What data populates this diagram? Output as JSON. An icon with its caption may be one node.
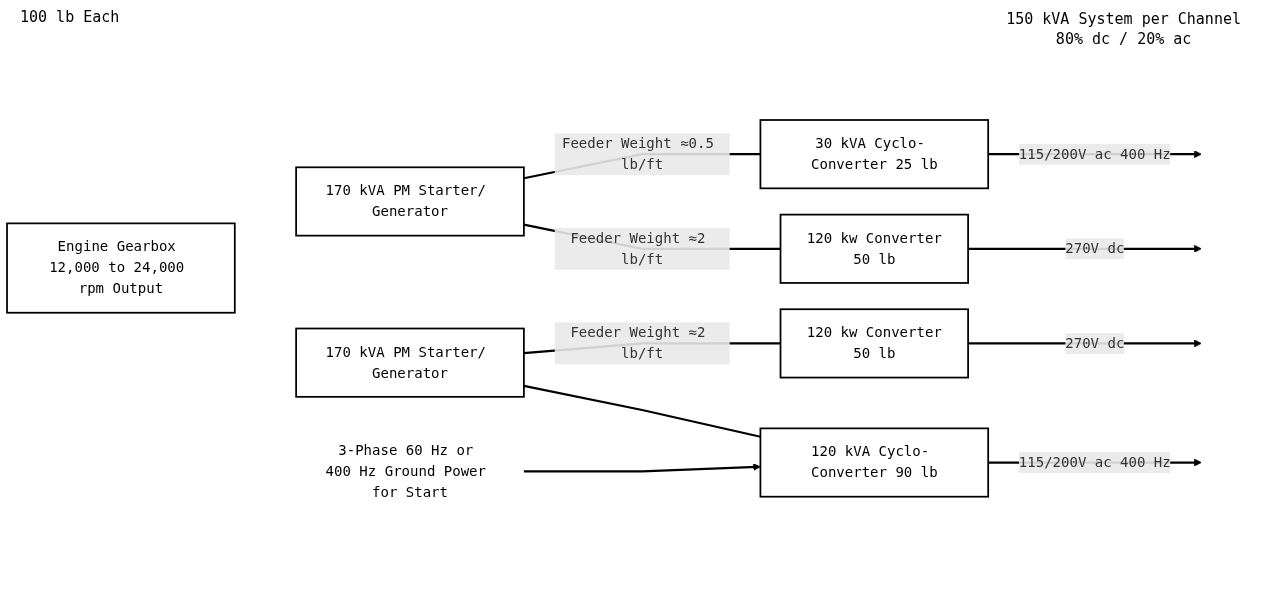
{
  "diagram": {
    "nodes": [
      {
        "text": [
          "Engine Gearbox 12,000 to 24,000 rpm Output"
        ]
      },
      {
        "text": [
          "170 kVA PM Starter/ Generator"
        ]
      },
      {
        "text": [
          "170 kVA PM Starter/ Generator"
        ]
      },
      {
        "text": [
          "120 kw Converter",
          "50 lb"
        ]
      },
      {
        "text": [
          "120 kVA Cyclo- Converter 90 lb"
        ]
      },
      {
        "text": [
          "3-Phase 60 Hz or 400 Hz Ground Power for Start"
        ]
      },
      {
        "text": [
          "30 kVA Cyclo- Converter 25 lb"
        ]
      },
      {
        "text": [
          "120 kw Converter",
          "50 lb"
        ]
      }
    ],
    "edges": [
      {
        "from": 2,
        "to": 3,
        "arrow": "none",
        "label": "Feeder Weight ≈2 lb/ft"
      },
      {
        "from": 2,
        "to": 4,
        "arrow": "none"
      },
      {
        "from": 3,
        "to": null,
        "arrow": "to",
        "label": "270V dc"
      },
      {
        "from": 4,
        "to": null,
        "arrow": "to",
        "label": "115/200V ac 400 Hz"
      },
      {
        "from": 5,
        "to": 4,
        "arrow": "to"
      },
      {
        "from": 1,
        "to": 6,
        "arrow": "none",
        "label": "Feeder Weight ≈0.5 lb/ft"
      },
      {
        "from": 1,
        "to": 7,
        "arrow": "none",
        "label": "Feeder Weight ≈2 lb/ft"
      },
      {
        "from": 6,
        "to": null,
        "arrow": "to",
        "label": "115/200V ac 400 Hz"
      },
      {
        "from": 7,
        "to": null,
        "arrow": "to",
        "label": "270V dc"
      }
    ],
    "labels": [
      "150 kVA System per Channel",
      "80% dc / 20% ac",
      "100 lb Each"
    ]
  }
}
